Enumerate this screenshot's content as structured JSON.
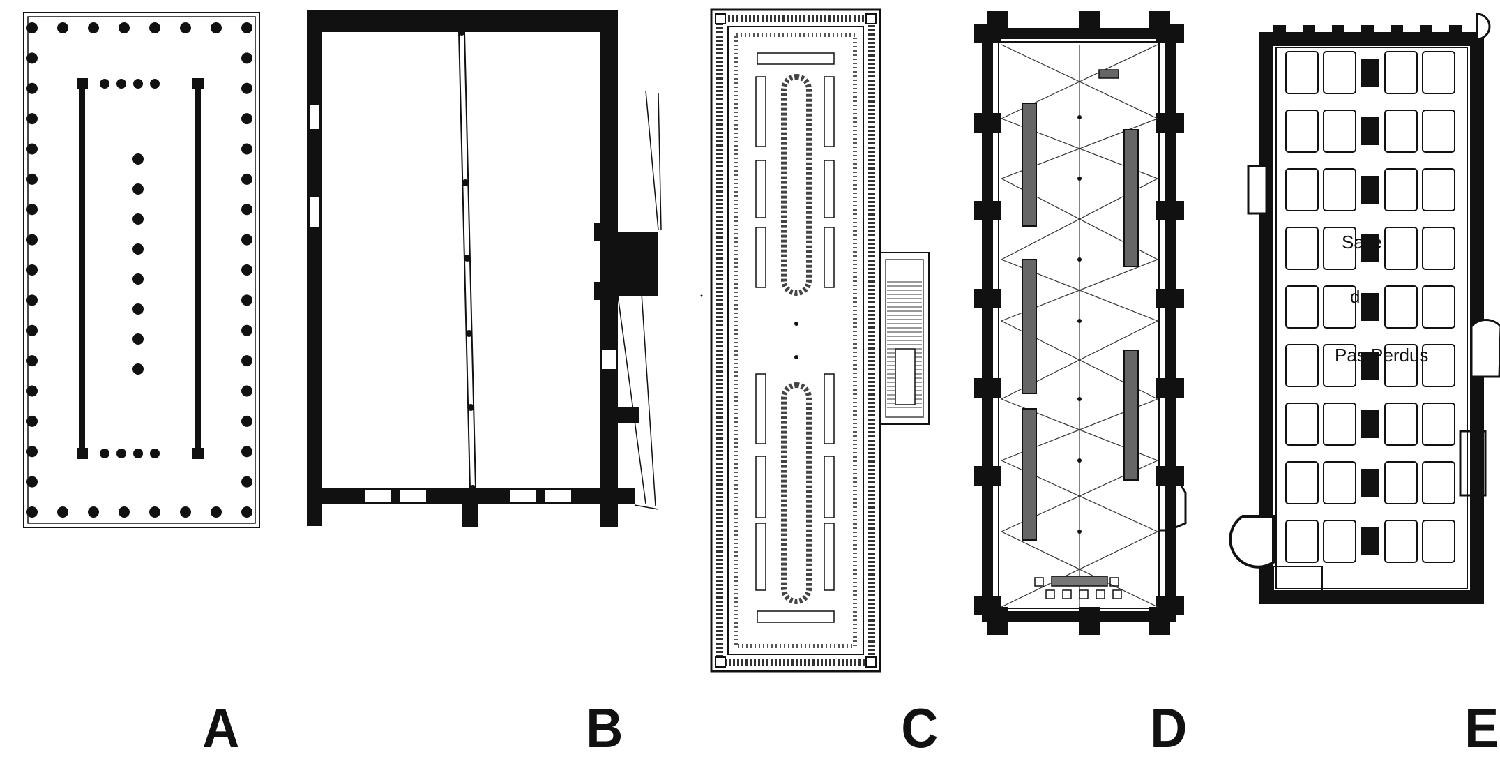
{
  "panels": [
    {
      "id": "A",
      "label": "A"
    },
    {
      "id": "B",
      "label": "B"
    },
    {
      "id": "C",
      "label": "C"
    },
    {
      "id": "D",
      "label": "D"
    },
    {
      "id": "E",
      "label": "E"
    }
  ],
  "plan_e": {
    "room_label_lines": [
      "Salle",
      "des",
      "Pas Perdus"
    ]
  },
  "colors": {
    "ink": "#111111",
    "paper": "#ffffff",
    "hatch": "#555555"
  }
}
